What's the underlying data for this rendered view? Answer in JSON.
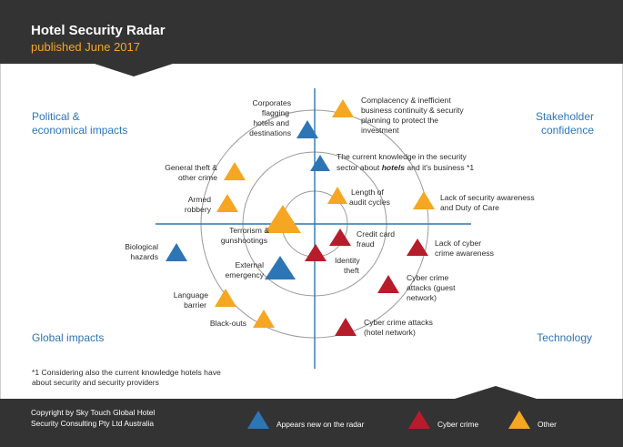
{
  "header": {
    "title": "Hotel Security Radar",
    "subtitle": "published June 2017"
  },
  "quadrants": {
    "top_left": [
      "Political &",
      "economical impacts"
    ],
    "top_right": [
      "Stakeholder",
      "confidence"
    ],
    "bottom_left": [
      "Global impacts"
    ],
    "bottom_right": [
      "Technology"
    ]
  },
  "colors": {
    "blue": "#2e75b6",
    "red": "#b71c2b",
    "orange": "#f5a623",
    "dark": "#333333",
    "ring": "#9a9a9a",
    "axis": "#2e75b6"
  },
  "items": [
    {
      "id": "corporates-flagging",
      "color": "blue",
      "size": "m",
      "label": [
        "Corporates",
        "flagging",
        "hotels and",
        "destinations"
      ]
    },
    {
      "id": "complacency",
      "color": "orange",
      "size": "m",
      "label": [
        "Complacency & inefficient",
        "business continuity & security",
        "planning to protect the",
        "investment"
      ]
    },
    {
      "id": "current-knowledge",
      "color": "blue",
      "size": "m",
      "label": [
        "The current knowledge in the security",
        "sector about hotels and it's business *1"
      ]
    },
    {
      "id": "general-theft",
      "color": "orange",
      "size": "m",
      "label": [
        "General theft &",
        "other crime"
      ]
    },
    {
      "id": "armed-robbery",
      "color": "orange",
      "size": "m",
      "label": [
        "Armed",
        "robbery"
      ]
    },
    {
      "id": "length-audit",
      "color": "orange",
      "size": "m",
      "label": [
        "Length of",
        "audit cycles"
      ]
    },
    {
      "id": "lack-awareness",
      "color": "orange",
      "size": "m",
      "label": [
        "Lack of security awareness",
        "and Duty of Care"
      ]
    },
    {
      "id": "terrorism",
      "color": "orange",
      "size": "l",
      "label": [
        "Terrorism &",
        "gunshootings"
      ]
    },
    {
      "id": "credit-card",
      "color": "red",
      "size": "m",
      "label": [
        "Credit card",
        "fraud"
      ]
    },
    {
      "id": "identity-theft",
      "color": "red",
      "size": "m",
      "label": [
        "Identity",
        "theft"
      ]
    },
    {
      "id": "lack-cyber",
      "color": "red",
      "size": "m",
      "label": [
        "Lack of cyber",
        "crime awareness"
      ]
    },
    {
      "id": "biological",
      "color": "blue",
      "size": "m",
      "label": [
        "Biological",
        "hazards"
      ]
    },
    {
      "id": "external-emergency",
      "color": "blue",
      "size": "l",
      "label": [
        "External",
        "emergency"
      ]
    },
    {
      "id": "cyber-guest",
      "color": "red",
      "size": "m",
      "label": [
        "Cyber crime",
        "attacks (guest",
        "network)"
      ]
    },
    {
      "id": "language-barrier",
      "color": "orange",
      "size": "m",
      "label": [
        "Language",
        "barrier"
      ]
    },
    {
      "id": "black-outs",
      "color": "orange",
      "size": "m",
      "label": [
        "Black-outs"
      ]
    },
    {
      "id": "cyber-hotel",
      "color": "red",
      "size": "m",
      "label": [
        "Cyber crime attacks",
        "(hotel network)"
      ]
    }
  ],
  "footnote": [
    "*1 Considering also the current knowledge hotels have",
    "about security and security providers"
  ],
  "footer": {
    "copyright": [
      "Copyright by Sky Touch Global Hotel",
      "Security Consulting Pty Ltd Australia"
    ],
    "legend": [
      {
        "color": "blue",
        "label": "Appears new on the radar"
      },
      {
        "color": "red",
        "label": "Cyber crime"
      },
      {
        "color": "orange",
        "label": "Other"
      }
    ]
  }
}
